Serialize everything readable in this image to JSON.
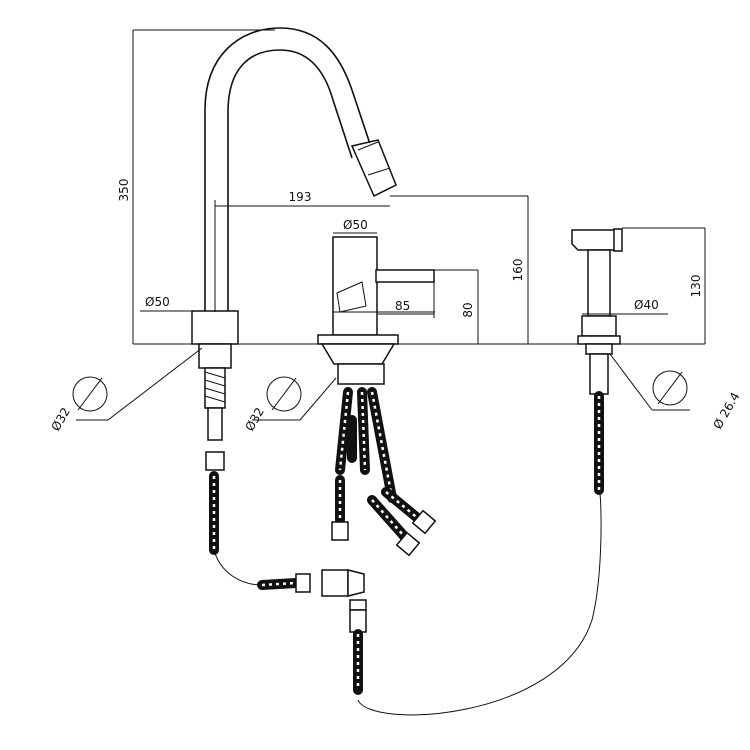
{
  "colors": {
    "line": "#111111",
    "background": "#ffffff"
  },
  "dimensions": {
    "overall_height": "350",
    "spout_reach": "193",
    "spout_dia": "Ø50",
    "mixer_dia": "Ø50",
    "lever_length": "85",
    "mixer_height": "80",
    "spout_outlet_height": "160",
    "spray_height": "130",
    "spray_dia": "Ø40",
    "spout_hole": "Ø32",
    "mixer_hole": "Ø32",
    "spray_hole": "Ø 26.4"
  }
}
